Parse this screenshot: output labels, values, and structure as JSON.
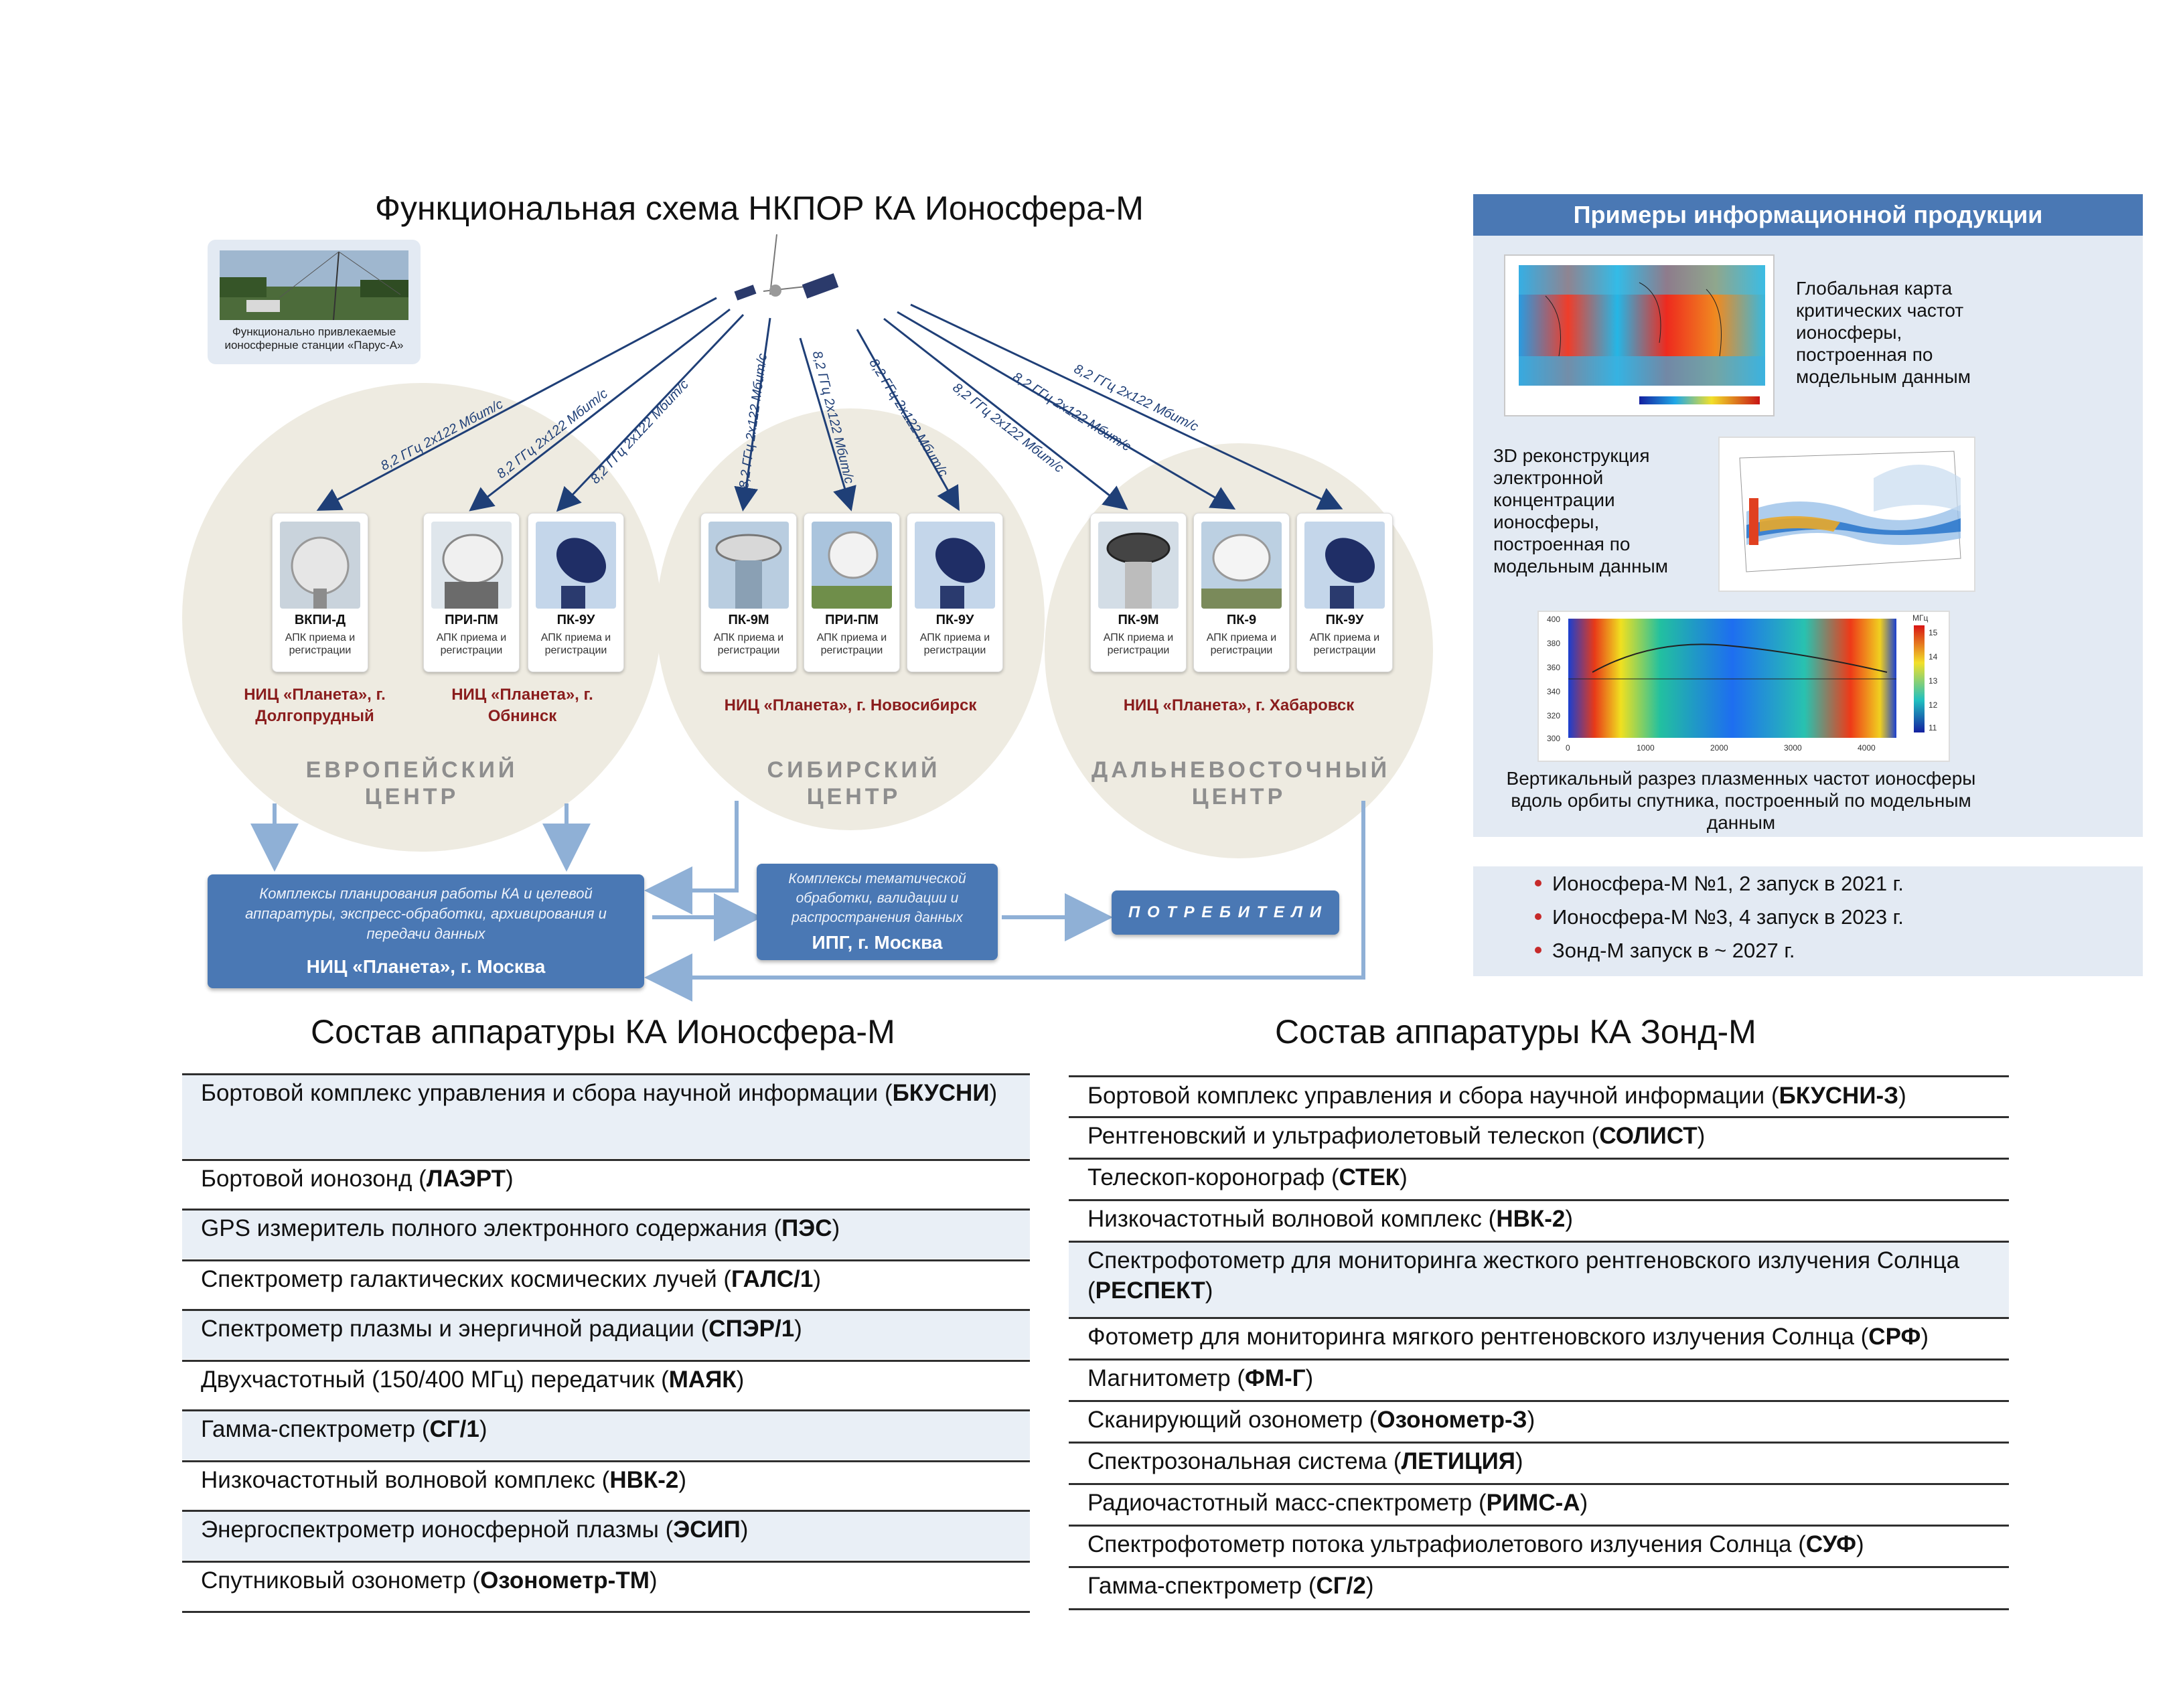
{
  "diagram": {
    "title": "Функциональная схема НКПОР КА Ионосфера-М",
    "parus_caption": "Функционально привлекаемые ионосферные станции «Парус-А»",
    "link_label": "8,2 ГГц  2х122 Мбит/с",
    "centers": [
      {
        "label": "ЕВРОПЕЙСКИЙ ЦЕНТР"
      },
      {
        "label": "СИБИРСКИЙ ЦЕНТР"
      },
      {
        "label": "ДАЛЬНЕВОСТОЧНЫЙ ЦЕНТР"
      }
    ],
    "station_desc": "АПК приема и регистрации",
    "stations": [
      {
        "name": "ВКПИ-Д"
      },
      {
        "name": "ПРИ-ПМ"
      },
      {
        "name": "ПК-9У"
      },
      {
        "name": "ПК-9М"
      },
      {
        "name": "ПРИ-ПМ"
      },
      {
        "name": "ПК-9У"
      },
      {
        "name": "ПК-9М"
      },
      {
        "name": "ПК-9"
      },
      {
        "name": "ПК-9У"
      }
    ],
    "nic": [
      "НИЦ «Планета», г. Долгопрудный",
      "НИЦ «Планета», г. Обнинск",
      "НИЦ «Планета», г. Новосибирск",
      "НИЦ «Планета», г. Хабаровск"
    ],
    "moscow_box": {
      "desc": "Комплексы планирования работы КА и целевой аппаратуры, экспресс-обработки, архивирования и передачи данных",
      "name": "НИЦ «Планета», г. Москва"
    },
    "ipg_box": {
      "desc": "Комплексы тематической обработки, валидации и распространения данных",
      "name": "ИПГ, г. Москва"
    },
    "consumers": "П О Т Р Е Б И Т Е Л И"
  },
  "products": {
    "header": "Примеры информационной продукции",
    "global_map": "Глобальная карта критических частот ионосферы, построенная по модельным данным",
    "recon3d": "3D реконструкция электронной концентрации ионосферы, построенная по модельным данным",
    "vertical": "Вертикальный разрез плазменных частот ионосферы вдоль орбиты спутника, построенный по модельным данным",
    "vertical_unit": "МГц",
    "vertical_y_ticks": [
      "400",
      "380",
      "360",
      "340",
      "320",
      "300"
    ],
    "vertical_x_ticks": [
      "0",
      "1000",
      "2000",
      "3000",
      "4000"
    ],
    "vertical_cb_ticks": [
      "15",
      "14",
      "13",
      "12",
      "11"
    ]
  },
  "launches": [
    "Ионосфера-М №1, 2 запуск в 2021 г.",
    "Ионосфера-М №3, 4 запуск в 2023 г.",
    "Зонд-М запуск в ~ 2027 г."
  ],
  "ionosfera_table": {
    "title": "Состав аппаратуры КА Ионосфера-М",
    "rows": [
      {
        "text": "Бортовой комплекс управления и сбора научной информации (",
        "bold": "БКУСНИ",
        "end": ")"
      },
      {
        "text": "Бортовой ионозонд (",
        "bold": "ЛАЭРТ",
        "end": ")"
      },
      {
        "text": "GPS измеритель полного электронного содержания (",
        "bold": "ПЭС",
        "end": ")"
      },
      {
        "text": "Спектрометр галактических космических лучей (",
        "bold": "ГАЛС/1",
        "end": ")"
      },
      {
        "text": "Спектрометр плазмы и энергичной радиации (",
        "bold": "СПЭР/1",
        "end": ")"
      },
      {
        "text": "Двухчастотный (150/400 МГц) передатчик (",
        "bold": "МАЯК",
        "end": ")"
      },
      {
        "text": "Гамма-спектрометр (",
        "bold": "СГ/1",
        "end": ")"
      },
      {
        "text": "Низкочастотный волновой комплекс (",
        "bold": "НВК-2",
        "end": ")"
      },
      {
        "text": "Энергоспектрометр ионосферной плазмы (",
        "bold": "ЭСИП",
        "end": ")"
      },
      {
        "text": "Спутниковый озонометр (",
        "bold": "Озонометр-ТМ",
        "end": ")"
      }
    ]
  },
  "zond_table": {
    "title": "Состав аппаратуры КА Зонд-М",
    "rows": [
      {
        "text": "Бортовой комплекс управления и сбора научной информации (",
        "bold": "БКУСНИ-З",
        "end": ")"
      },
      {
        "text": "Рентгеновский и ультрафиолетовый телескоп (",
        "bold": "СОЛИСТ",
        "end": ")"
      },
      {
        "text": "Телескоп-коронограф (",
        "bold": "СТЕК",
        "end": ")"
      },
      {
        "text": "Низкочастотный волновой комплекс (",
        "bold": "НВК-2",
        "end": ")"
      },
      {
        "text": "Спектрофотометр для мониторинга жесткого рентгеновского излучения Солнца (",
        "bold": "РЕСПЕКТ",
        "end": ")"
      },
      {
        "text": "Фотометр для мониторинга мягкого рентгеновского излучения Солнца (",
        "bold": "СРФ",
        "end": ")"
      },
      {
        "text": "Магнитометр (",
        "bold": "ФМ-Г",
        "end": ")"
      },
      {
        "text": "Сканирующий озонометр (",
        "bold": "Озонометр-З",
        "end": ")"
      },
      {
        "text": "Спектрозональная система (",
        "bold": "ЛЕТИЦИЯ",
        "end": ")"
      },
      {
        "text": "Радиочастотный масс-спектрометр (",
        "bold": "РИМС-А",
        "end": ")"
      },
      {
        "text": "Спектрофотометр потока ультрафиолетового излучения Солнца (",
        "bold": "СУФ",
        "end": ")"
      },
      {
        "text": "Гамма-спектрометр (",
        "bold": "СГ/2",
        "end": ")"
      }
    ]
  },
  "colors": {
    "accent_blue": "#4a78b4",
    "panel_bg": "#e3eaf3",
    "nic_red": "#8a1d1d",
    "circle_bg": "#eeebe1",
    "arrow": "#1f3f77"
  }
}
